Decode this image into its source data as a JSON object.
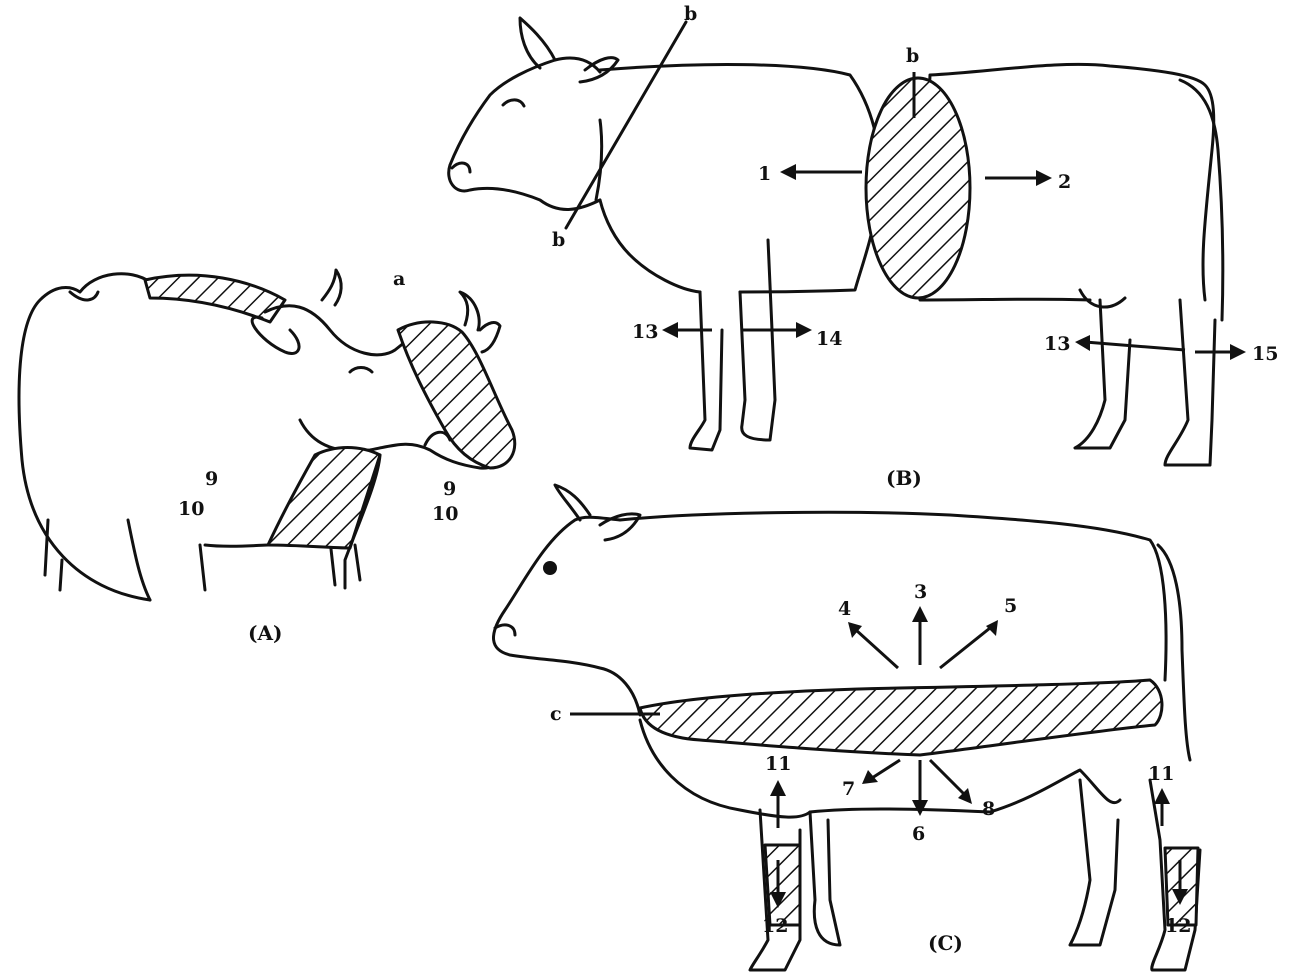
{
  "panels": {
    "A": {
      "caption": "(A)"
    },
    "B": {
      "caption": "(B)"
    },
    "C": {
      "caption": "(C)"
    }
  },
  "labels": {
    "a": "a",
    "b": "b",
    "c": "c",
    "n1": "1",
    "n2": "2",
    "n3": "3",
    "n4": "4",
    "n5": "5",
    "n6": "6",
    "n7": "7",
    "n8": "8",
    "n9": "9",
    "n10": "10",
    "n11": "11",
    "n12": "12",
    "n13": "13",
    "n14": "14",
    "n15": "15"
  }
}
